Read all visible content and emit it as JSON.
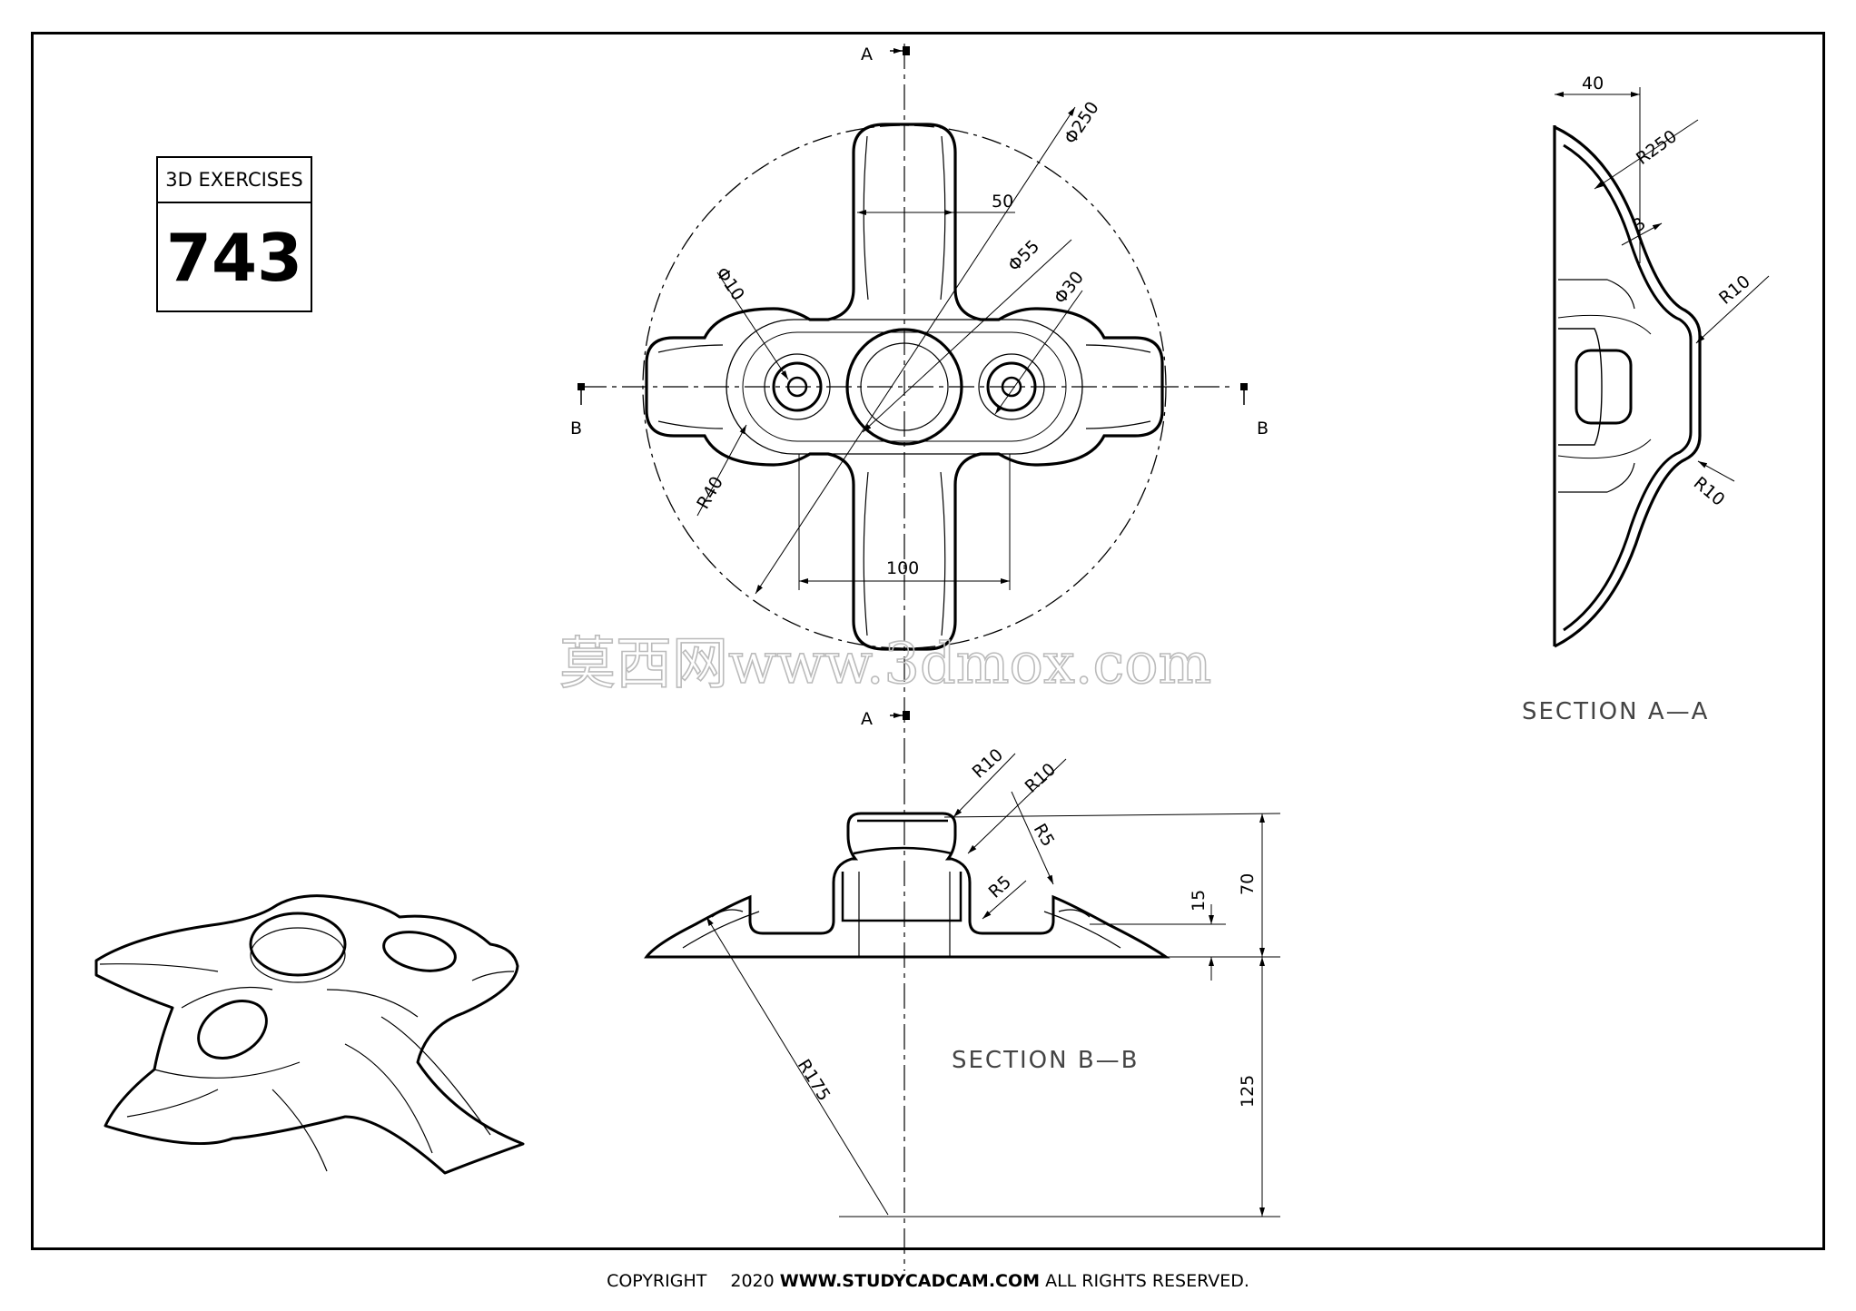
{
  "exercise": {
    "label": "3D EXERCISES",
    "number": "743"
  },
  "top_view": {
    "markers": {
      "a_top": "A",
      "a_bottom": "A",
      "b_left": "B",
      "b_right": "B"
    },
    "dims": {
      "phi250": "Φ250",
      "d50": "50",
      "phi55": "Φ55",
      "phi30": "Φ30",
      "phi10": "Φ10",
      "r40": "R40",
      "d100": "100"
    }
  },
  "section_aa": {
    "title": "SECTION A—A",
    "dims": {
      "d40": "40",
      "r250": "R250",
      "d3": "3",
      "r10a": "R10",
      "r10b": "R10"
    }
  },
  "section_bb": {
    "title": "SECTION B—B",
    "dims": {
      "r10a": "R10",
      "r10b": "R10",
      "r5a": "R5",
      "r5b": "R5",
      "d70": "70",
      "d15": "15",
      "r175": "R175",
      "d125": "125"
    }
  },
  "watermark": "莫西网www.3dmox.com",
  "footer": {
    "copyright": "COPYRIGHT",
    "year": "2020",
    "site": "WWW.STUDYCADCAM.COM",
    "rights": "ALL RIGHTS RESERVED."
  }
}
